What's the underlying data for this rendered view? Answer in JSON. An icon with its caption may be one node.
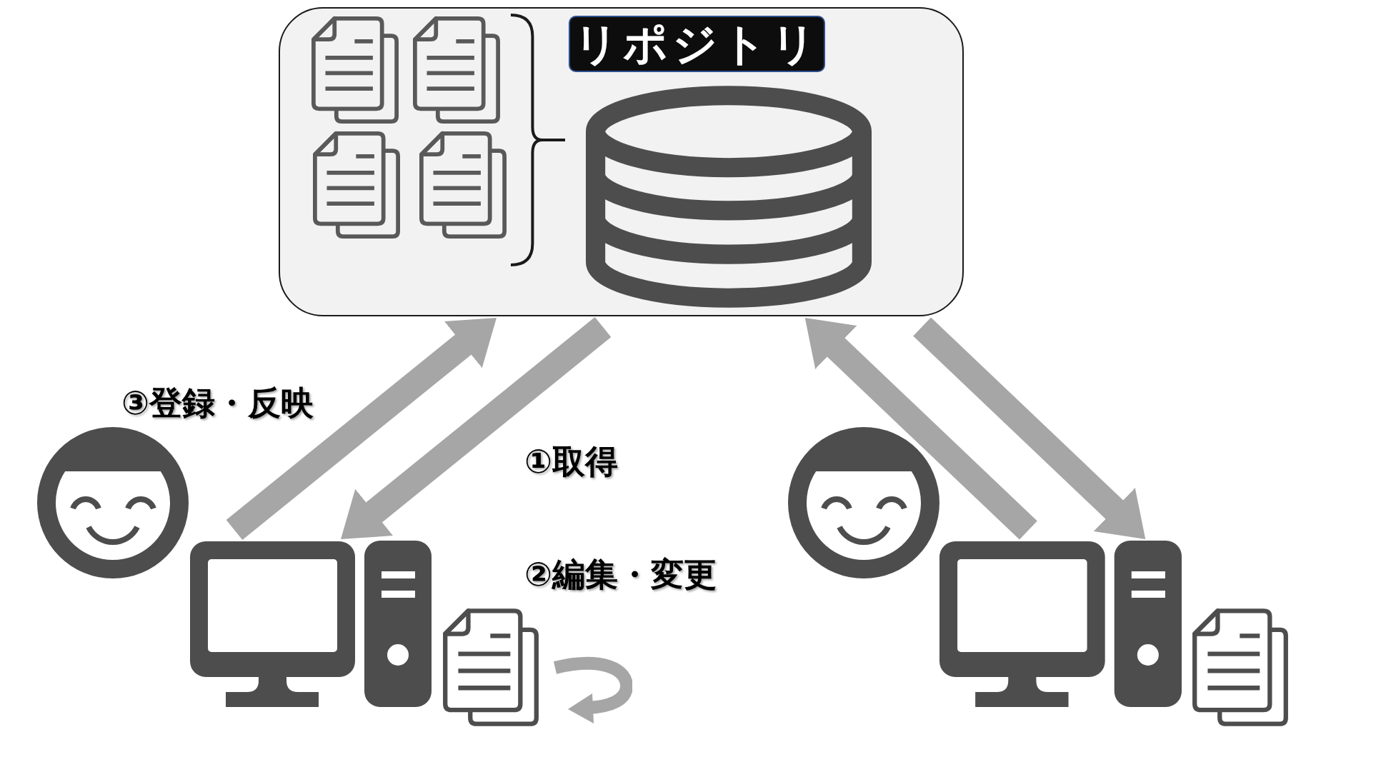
{
  "diagram": {
    "nodes": [
      {
        "text": [
          "リポジトリ"
        ]
      },
      {
        "text": [],
        "shape": "picture"
      },
      {
        "text": [],
        "shape": "picture"
      }
    ],
    "edges": [
      {
        "from": 1,
        "to": 0,
        "arrow": "to",
        "label": "③登録・反映"
      },
      {
        "from": 0,
        "to": 1,
        "arrow": "to",
        "label": "①取得"
      },
      {
        "from": 2,
        "to": 0,
        "arrow": "to"
      },
      {
        "from": 0,
        "to": 2,
        "arrow": "to"
      }
    ],
    "labels": [
      "②編集・変更"
    ]
  }
}
